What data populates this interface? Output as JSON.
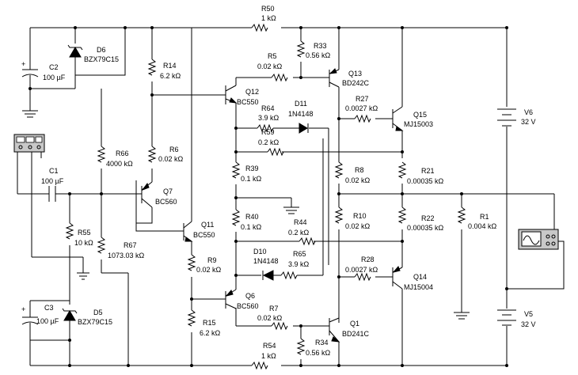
{
  "components": {
    "R50": {
      "ref": "R50",
      "value": "1 kΩ"
    },
    "R33": {
      "ref": "R33",
      "value": "0.56 kΩ"
    },
    "R5": {
      "ref": "R5",
      "value": "0.02 kΩ"
    },
    "Q13": {
      "ref": "Q13",
      "value": "BD242C"
    },
    "Q12": {
      "ref": "Q12",
      "value": "BC550"
    },
    "R64": {
      "ref": "R64",
      "value": "3.9 kΩ"
    },
    "D11": {
      "ref": "D11",
      "value": "1N4148"
    },
    "R59": {
      "ref": "R59",
      "value": "0.2 kΩ"
    },
    "R27": {
      "ref": "R27",
      "value": "0.0027 kΩ"
    },
    "Q15": {
      "ref": "Q15",
      "value": "MJ15003"
    },
    "V6": {
      "ref": "V6",
      "value": "32 V"
    },
    "D6": {
      "ref": "D6",
      "value": "BZX79C15"
    },
    "C2": {
      "ref": "C2",
      "value": "100 µF"
    },
    "R14": {
      "ref": "R14",
      "value": "6.2 kΩ"
    },
    "R6": {
      "ref": "R6",
      "value": "0.02 kΩ"
    },
    "R66": {
      "ref": "R66",
      "value": "4000 kΩ"
    },
    "C1": {
      "ref": "C1",
      "value": "100 µF"
    },
    "Q7": {
      "ref": "Q7",
      "value": "BC560"
    },
    "R39": {
      "ref": "R39",
      "value": "0.1 kΩ"
    },
    "R8": {
      "ref": "R8",
      "value": "0.02 kΩ"
    },
    "R21": {
      "ref": "R21",
      "value": "0.00035 kΩ"
    },
    "R1": {
      "ref": "R1",
      "value": "0.004 kΩ"
    },
    "R40": {
      "ref": "R40",
      "value": "0.1 kΩ"
    },
    "R10": {
      "ref": "R10",
      "value": "0.02 kΩ"
    },
    "R22": {
      "ref": "R22",
      "value": "0.00035 kΩ"
    },
    "R44": {
      "ref": "R44",
      "value": "0.2 kΩ"
    },
    "Q11": {
      "ref": "Q11",
      "value": "BC550"
    },
    "R55": {
      "ref": "R55",
      "value": "10 kΩ"
    },
    "R67": {
      "ref": "R67",
      "value": "1073.03 kΩ"
    },
    "R9": {
      "ref": "R9",
      "value": "0.02 kΩ"
    },
    "D10": {
      "ref": "D10",
      "value": "1N4148"
    },
    "R65": {
      "ref": "R65",
      "value": "3.9 kΩ"
    },
    "R28": {
      "ref": "R28",
      "value": "0.0027 kΩ"
    },
    "Q14": {
      "ref": "Q14",
      "value": "MJ15004"
    },
    "Q6": {
      "ref": "Q6",
      "value": "BC560"
    },
    "C3": {
      "ref": "C3",
      "value": "100 µF"
    },
    "D5": {
      "ref": "D5",
      "value": "BZX79C15"
    },
    "R7": {
      "ref": "R7",
      "value": "0.02 kΩ"
    },
    "R15": {
      "ref": "R15",
      "value": "6.2 kΩ"
    },
    "Q1": {
      "ref": "Q1",
      "value": "BD241C"
    },
    "V5": {
      "ref": "V5",
      "value": "32 V"
    },
    "R54": {
      "ref": "R54",
      "value": "1 kΩ"
    },
    "R34": {
      "ref": "R34",
      "value": "0.56 kΩ"
    }
  },
  "polarity": {
    "plus": "+"
  }
}
